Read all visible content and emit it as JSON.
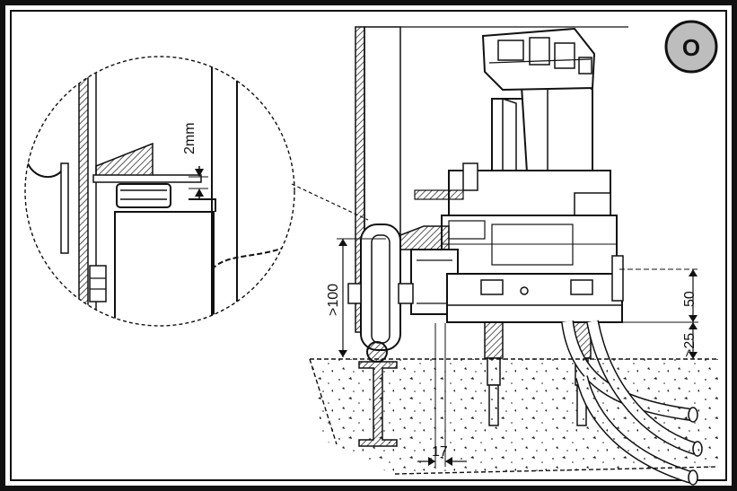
{
  "badge": {
    "label": "O"
  },
  "detail": {
    "gap_label": "2mm"
  },
  "dimensions": {
    "height_min_rail": ">100",
    "height_mount": "50",
    "height_min_base": ">25",
    "offset_horizontal": "17"
  },
  "colors": {
    "line": "#111111",
    "badge_fill": "#bdbdbd",
    "background": "#ffffff"
  }
}
